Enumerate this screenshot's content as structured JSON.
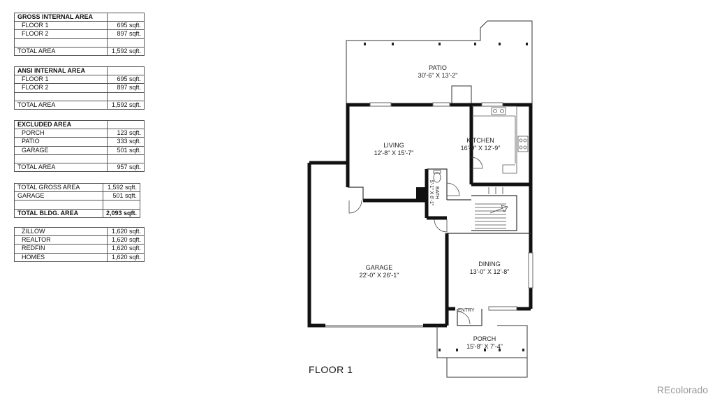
{
  "tables": {
    "gross": {
      "title": "GROSS INTERNAL AREA",
      "rows": [
        {
          "label": "FLOOR 1",
          "value": "695 sqft."
        },
        {
          "label": "FLOOR 2",
          "value": "897 sqft."
        }
      ],
      "total": {
        "label": "TOTAL AREA",
        "value": "1,592 sqft."
      }
    },
    "ansi": {
      "title": "ANSI INTERNAL AREA",
      "rows": [
        {
          "label": "FLOOR 1",
          "value": "695 sqft."
        },
        {
          "label": "FLOOR 2",
          "value": "897 sqft."
        }
      ],
      "total": {
        "label": "TOTAL AREA",
        "value": "1,592 sqft."
      }
    },
    "excluded": {
      "title": "EXCLUDED AREA",
      "rows": [
        {
          "label": "PORCH",
          "value": "123 sqft."
        },
        {
          "label": "PATIO",
          "value": "333 sqft."
        },
        {
          "label": "GARAGE",
          "value": "501 sqft."
        }
      ],
      "total": {
        "label": "TOTAL AREA",
        "value": "957 sqft."
      }
    },
    "summary": {
      "rows": [
        {
          "label": "TOTAL GROSS AREA",
          "value": "1,592 sqft."
        },
        {
          "label": "GARAGE",
          "value": "501 sqft."
        }
      ],
      "bldg": {
        "label": "TOTAL BLDG. AREA",
        "value": "2,093 sqft."
      }
    },
    "listings": {
      "rows": [
        {
          "label": "ZILLOW",
          "value": "1,620 sqft."
        },
        {
          "label": "REALTOR",
          "value": "1,620 sqft."
        },
        {
          "label": "REDFIN",
          "value": "1,620 sqft."
        },
        {
          "label": "HOMES",
          "value": "1,620 sqft."
        }
      ]
    }
  },
  "rooms": {
    "patio": {
      "name": "PATIO",
      "dims": "30'-6\" X 13'-2\""
    },
    "living": {
      "name": "LIVING",
      "dims": "12'-8\" X 15'-7\""
    },
    "kitchen": {
      "name": "KITCHEN",
      "dims": "16'-9\" X 12'-9\""
    },
    "bath": {
      "name": "BATH",
      "dims": "5'-1\" X 6'-1\""
    },
    "garage": {
      "name": "GARAGE",
      "dims": "22'-0\" X 26'-1\""
    },
    "dining": {
      "name": "DINING",
      "dims": "13'-0\" X 12'-8\""
    },
    "entry": {
      "name": "ENTRY"
    },
    "porch": {
      "name": "PORCH",
      "dims": "15'-8\" X 7'-4\""
    }
  },
  "floor_label": "FLOOR 1",
  "brand": "REcolorado"
}
